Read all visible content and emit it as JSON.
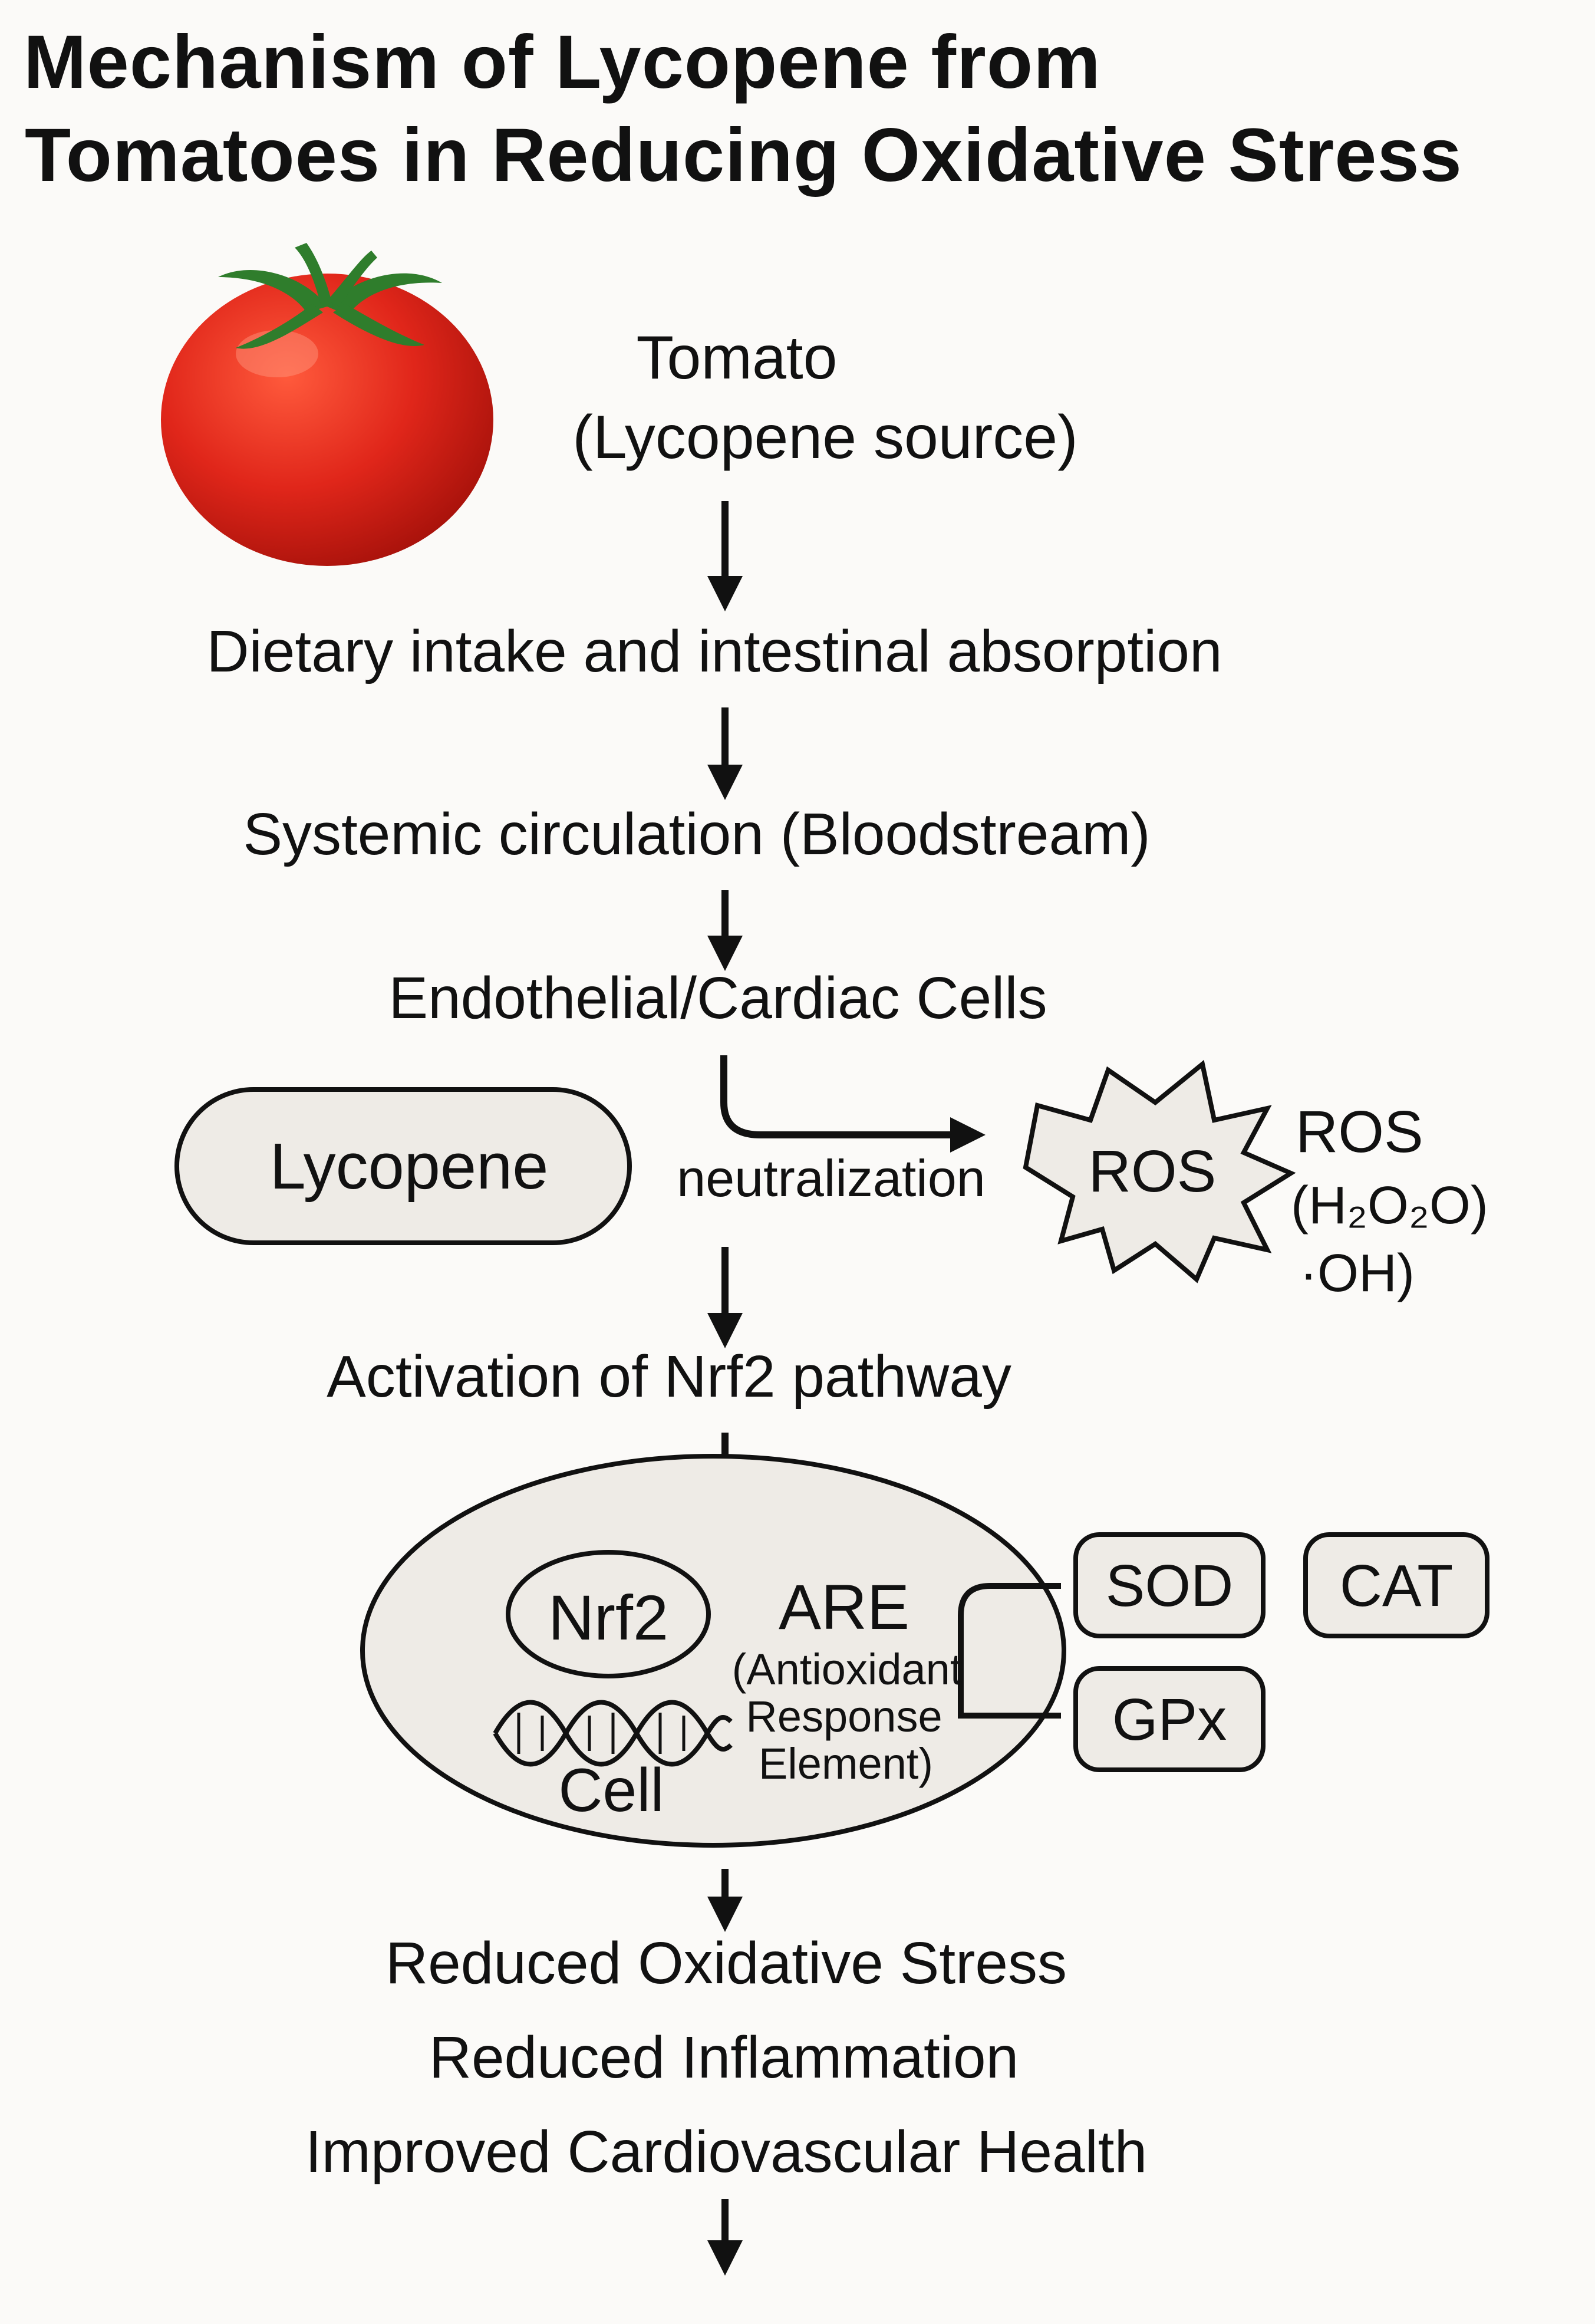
{
  "title": {
    "line1": "Mechanism of Lycopene from",
    "line2": "Tomatoes in Reducing Oxidative Stress"
  },
  "source": {
    "name": "Tomato",
    "subtitle": "(Lycopene source)"
  },
  "steps": [
    "Dietary intake and intestinal absorption",
    "Systemic circulation (Bloodstream)",
    "Endothelial/Cardiac Cells"
  ],
  "lycopene_label": "Lycopene",
  "neutralization_label": "neutralization",
  "ros": {
    "burst_label": "ROS",
    "side_title": "ROS",
    "species_line1": "(H₂O₂O)",
    "species_line2": "·OH)"
  },
  "nrf2_step": "Activation of Nrf2 pathway",
  "cell": {
    "nrf2_label": "Nrf2",
    "are_label": "ARE",
    "are_line1": "(Antioxidant",
    "are_line2": "Response",
    "are_line3": "Element)",
    "cell_label": "Cell"
  },
  "enzymes": {
    "sod": "SOD",
    "cat": "CAT",
    "gpx": "GPx"
  },
  "outcomes": [
    "Reduced Oxidative Stress",
    "Reduced Inflammation",
    "Improved Cardiovascular Health"
  ],
  "colors": {
    "tomato": "#e0261a",
    "stem": "#2f7d2c",
    "shape_fill": "#eeebe6",
    "ink": "#111111"
  }
}
